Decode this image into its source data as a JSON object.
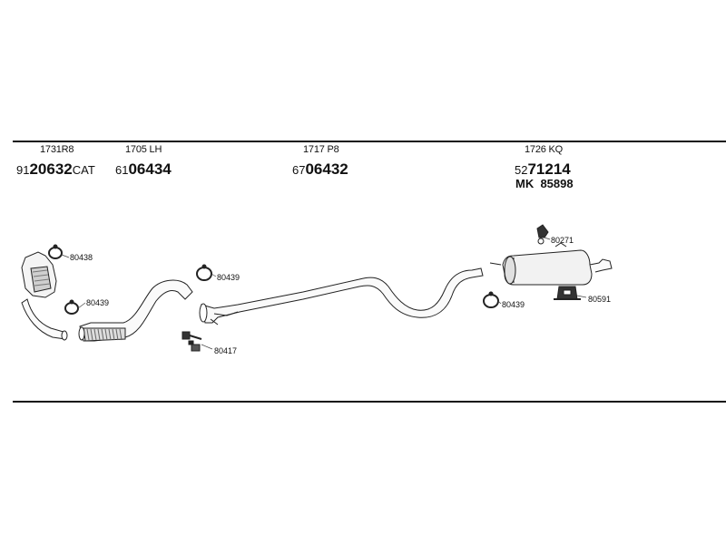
{
  "part_columns": [
    {
      "ref": "1731R8",
      "number_prefix": "91",
      "number_main": "20632",
      "number_suffix": "CAT"
    },
    {
      "ref": "1705 LH",
      "number_prefix": "61",
      "number_main": "06434",
      "number_suffix": ""
    },
    {
      "ref": "1717 P8",
      "number_prefix": "67",
      "number_main": "06432",
      "number_suffix": ""
    },
    {
      "ref": "1726 KQ",
      "number_prefix": "52",
      "number_main": "71214",
      "number_suffix": "",
      "extra_prefix": "MK",
      "extra_number": "85898"
    }
  ],
  "callouts": [
    {
      "label": "80438"
    },
    {
      "label": "80439"
    },
    {
      "label": "80439"
    },
    {
      "label": "80417"
    },
    {
      "label": "80271"
    },
    {
      "label": "80439"
    },
    {
      "label": "80591"
    }
  ]
}
